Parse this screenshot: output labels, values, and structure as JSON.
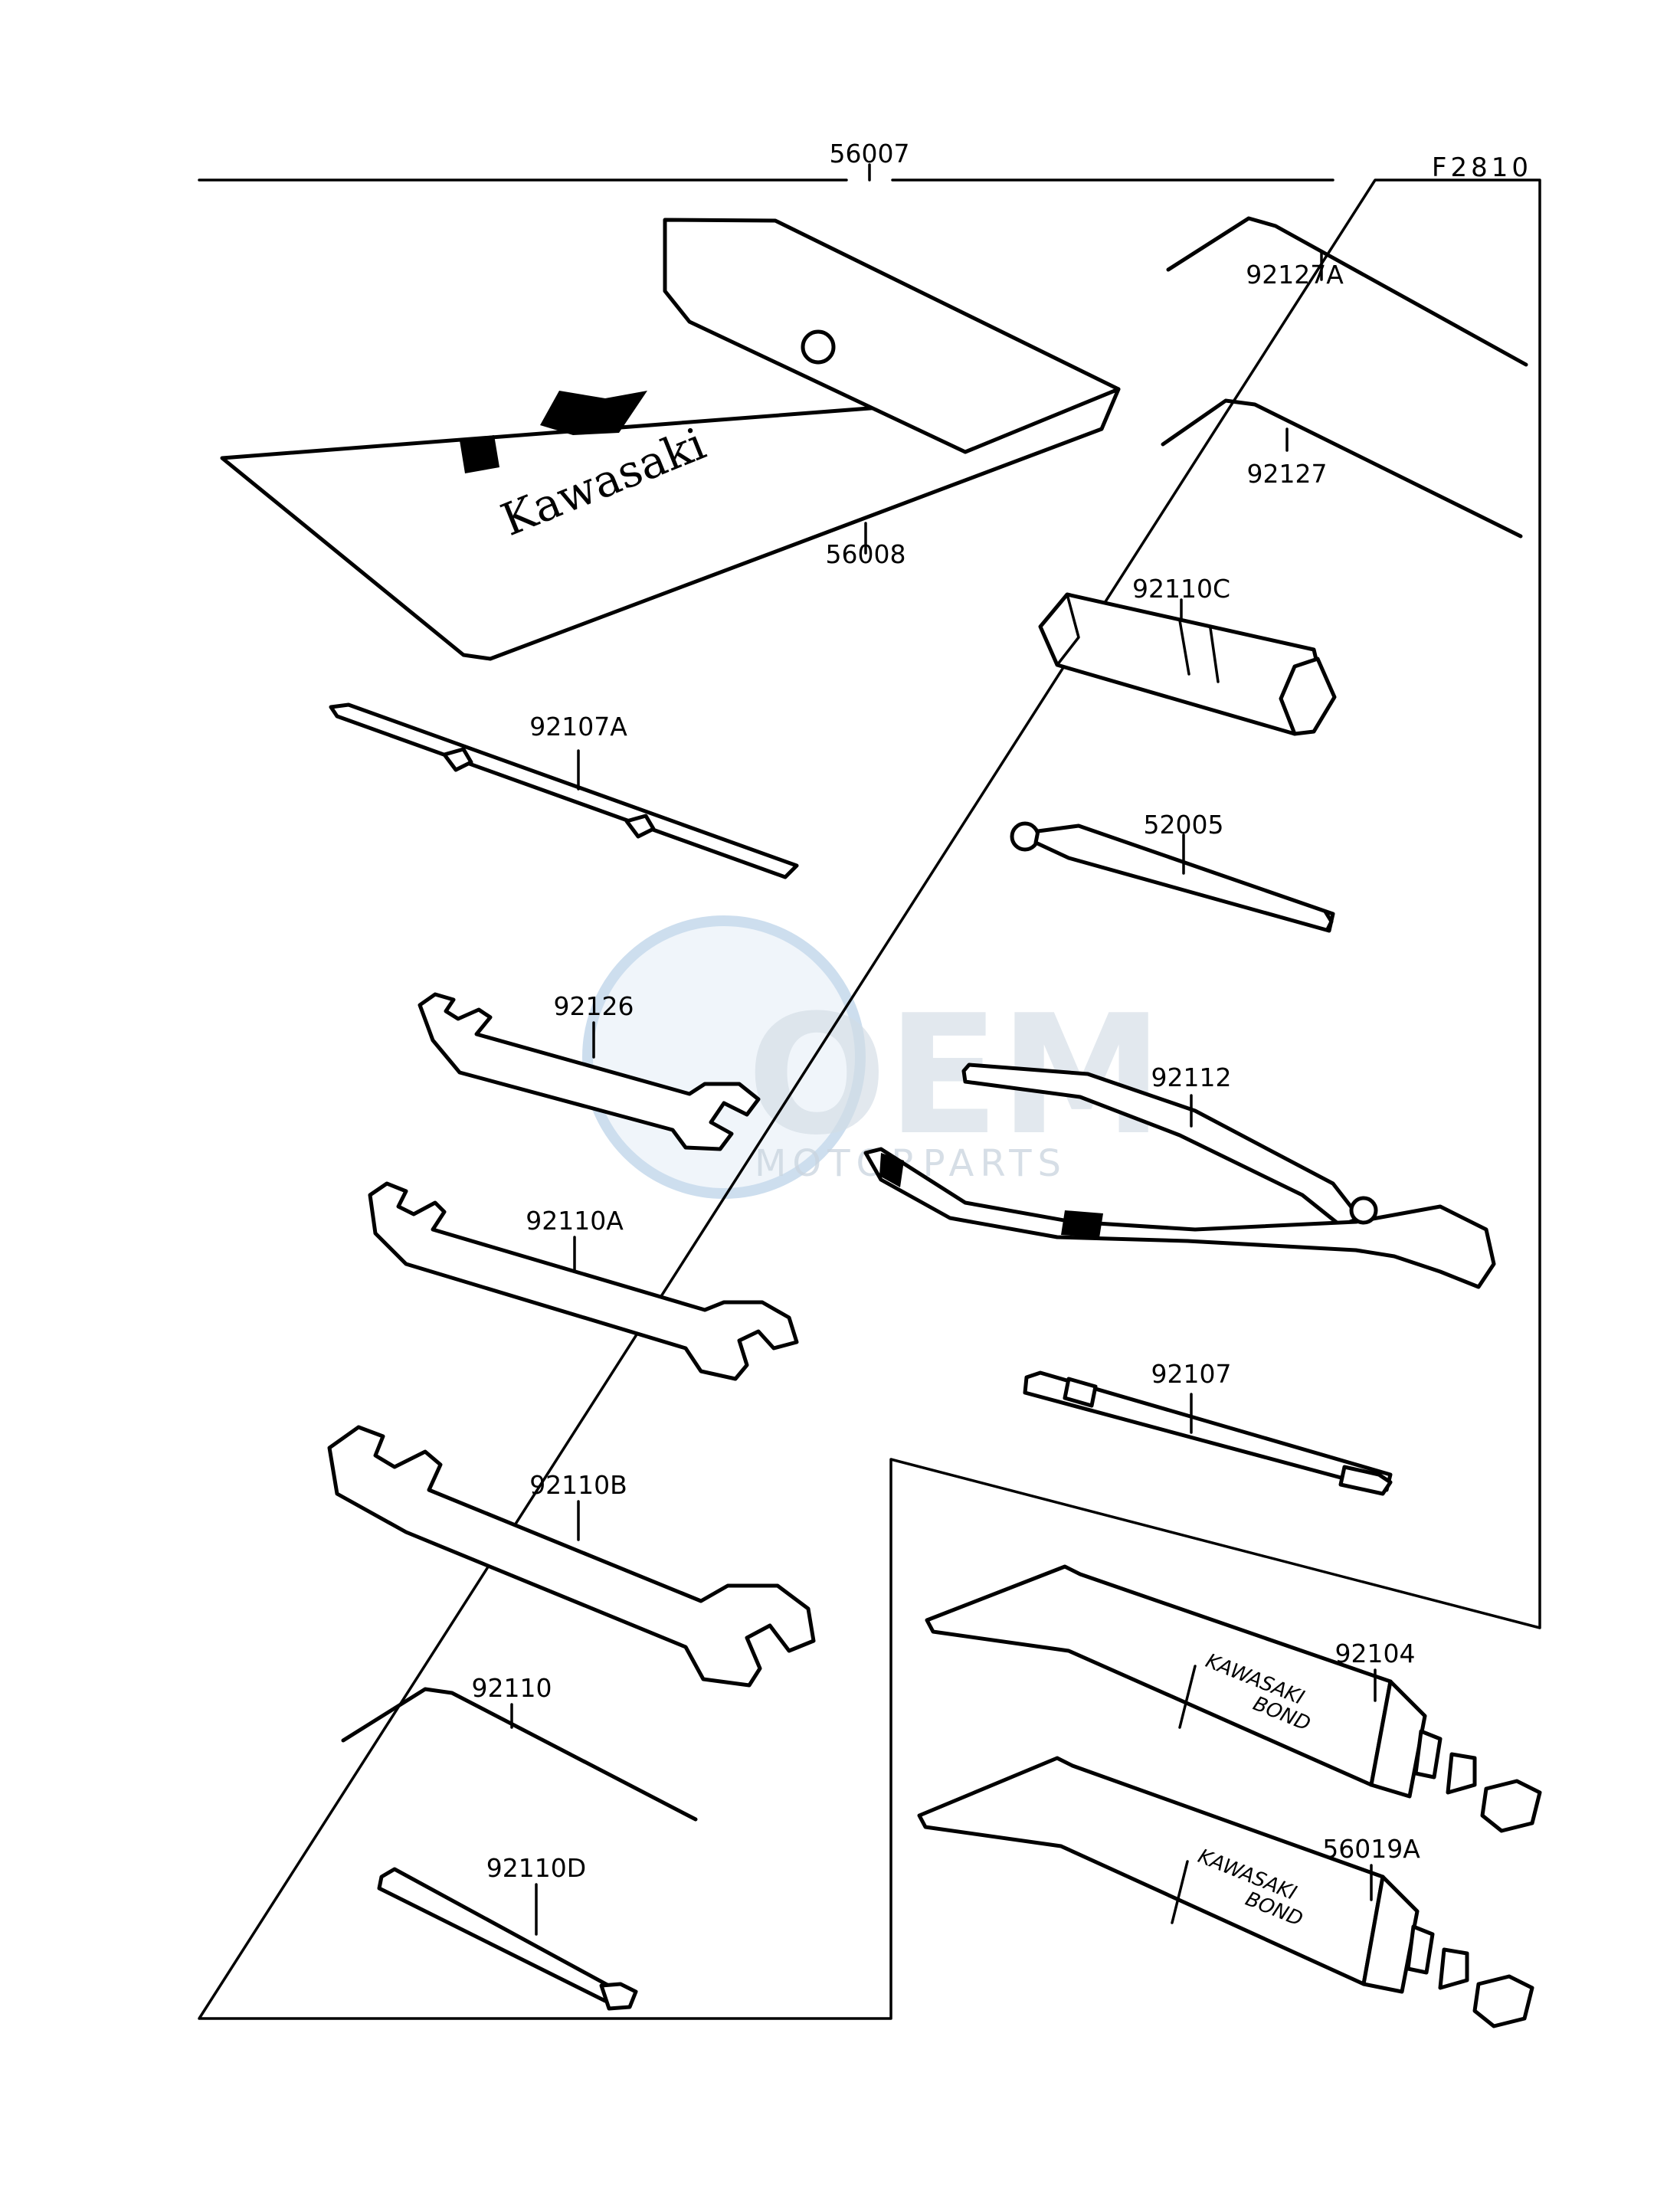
{
  "figure_ref": "F2810",
  "part_labels": {
    "tool_kit": "56007",
    "tool_bag": "56008",
    "hex_wrench_a": "92127A",
    "hex_wrench": "92127",
    "spark_plug_wrench": "92110C",
    "screwdriver_handle": "52005",
    "screwdriver_a": "92107A",
    "wrench_92126": "92126",
    "pliers": "92112",
    "wrench_92110a": "92110A",
    "screwdriver": "92107",
    "wrench_92110b": "92110B",
    "hex_wrench_92110": "92110",
    "spoke_wrench": "92110D",
    "bond_92104": "92104",
    "bond_56019a": "56019A"
  },
  "bag_brand": "Kawasaki",
  "tube_print": {
    "line1": "KAWASAKI",
    "line2": "BOND"
  },
  "watermark": {
    "main": "OEM",
    "sub": "MOTORPARTS"
  }
}
